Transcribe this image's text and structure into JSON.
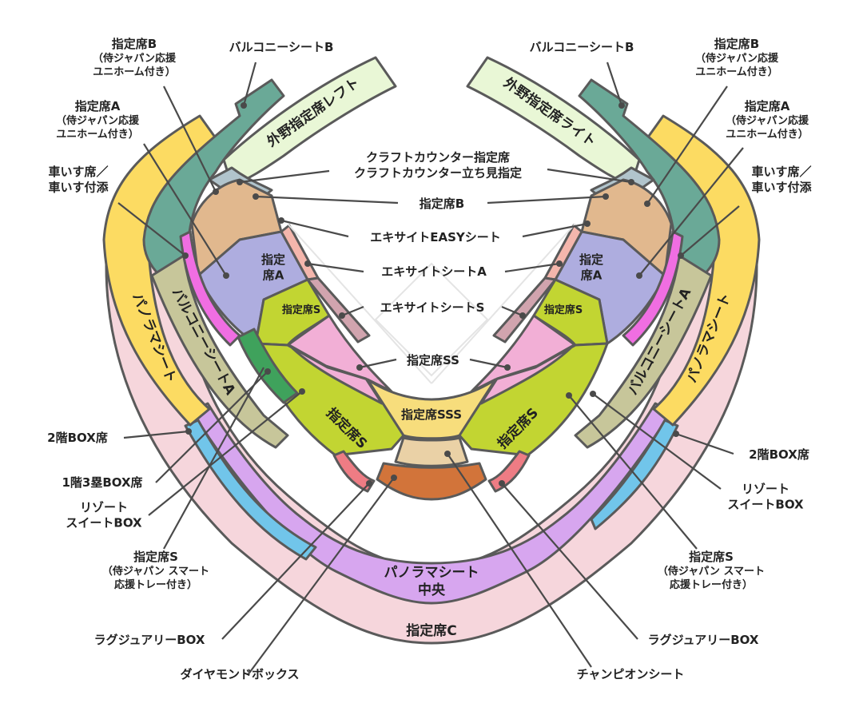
{
  "colors": {
    "outline": "#5a5a5a",
    "shitei_c": "#f6d6dc",
    "panorama": "#fcdb62",
    "panorama_chuo": "#d7a6ef",
    "box2f": "#71c5ea",
    "balcony_b": "#6aa997",
    "balcony_a": "#c7c69a",
    "shitei_b": "#e1b88e",
    "shitei_a": "#aeaddf",
    "shitei_s": "#c2d532",
    "shitei_ss": "#f2afd6",
    "shitei_sss": "#f7dd7c",
    "wheelchair": "#f06ee2",
    "exciting_a": "#f4b6ac",
    "exciting_s": "#d1a4ae",
    "outfield": "#e9f7d6",
    "craft": "#b1c4cc",
    "luxury": "#ee7c84",
    "diamond": "#d2743a",
    "champion": "#ead1a6",
    "resort": "#3fa25c"
  },
  "zones": {
    "outfield_left": "外野指定席レフト",
    "outfield_right": "外野指定席ライト",
    "shitei_a_left": "指定\n席A",
    "shitei_a_right": "指定\n席A",
    "shitei_s_small_left": "指定席S",
    "shitei_s_small_right": "指定席S",
    "shitei_s_big_left": "指定席S",
    "shitei_s_big_right": "指定席S",
    "shitei_sss": "指定席SSS",
    "balcony_a_left": "バルコニーシートA",
    "balcony_a_right": "バルコニーシートA",
    "panorama_left": "パノラマシート",
    "panorama_right": "パノラマシート",
    "panorama_chuo": "パノラマシート\n中央",
    "shitei_c": "指定席C"
  },
  "callouts": {
    "balcony_b_left": "バルコニーシートB",
    "balcony_b_right": "バルコニーシートB",
    "shitei_b_samurai_left": "指定席B\n（侍ジャパン応援\nユニホーム付き）",
    "shitei_b_samurai_right": "指定席B\n（侍ジャパン応援\nユニホーム付き）",
    "shitei_a_samurai_left": "指定席A\n（侍ジャパン応援\nユニホーム付き）",
    "shitei_a_samurai_right": "指定席A\n（侍ジャパン応援\nユニホーム付き）",
    "wheelchair_left": "車いす席／\n車いす付添",
    "wheelchair_right": "車いす席／\n車いす付添",
    "craft_counter": "クラフトカウンター指定席\nクラフトカウンター立ち見指定",
    "shitei_b": "指定席B",
    "exciting_easy": "エキサイトEASYシート",
    "exciting_a": "エキサイトシートA",
    "exciting_s": "エキサイトシートS",
    "shitei_ss": "指定席SS",
    "box_2f_left": "2階BOX席",
    "box_2f_right": "2階BOX席",
    "box_1f_3b": "1階3塁BOX席",
    "resort_left": "リゾート\nスイートBOX",
    "resort_right": "リゾート\nスイートBOX",
    "shitei_s_samurai_left": "指定席S\n（侍ジャパン スマート\n応援トレー付き）",
    "shitei_s_samurai_right": "指定席S\n（侍ジャパン スマート\n応援トレー付き）",
    "luxury_left": "ラグジュアリーBOX",
    "luxury_right": "ラグジュアリーBOX",
    "diamond_box": "ダイヤモンドボックス",
    "champion_seat": "チャンピオンシート"
  }
}
